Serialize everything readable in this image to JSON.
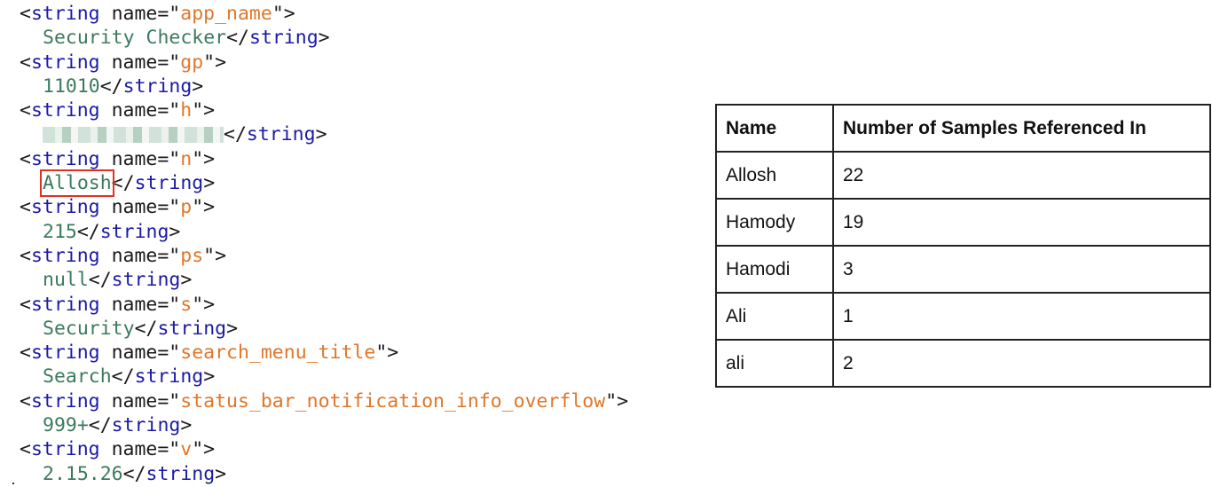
{
  "xml": {
    "entries": [
      {
        "name": "app_name",
        "value": "Security Checker"
      },
      {
        "name": "gp",
        "value": "11010"
      },
      {
        "name": "h",
        "value": ""
      },
      {
        "name": "n",
        "value": "Allosh"
      },
      {
        "name": "p",
        "value": "215"
      },
      {
        "name": "ps",
        "value": "null"
      },
      {
        "name": "s",
        "value": "Security"
      },
      {
        "name": "search_menu_title",
        "value": "Search"
      },
      {
        "name": "status_bar_notification_info_overflow",
        "value": "999+"
      },
      {
        "name": "v",
        "value": "2.15.26"
      }
    ],
    "open_tag": "<string",
    "attr": " name=",
    "quote": "\"",
    "close_bracket": ">",
    "close_tag_lt": "</",
    "close_tag_name": "string",
    "highlighted_entry": "n"
  },
  "table": {
    "headers": [
      "Name",
      "Number of Samples Referenced In"
    ],
    "rows": [
      [
        "Allosh",
        "22"
      ],
      [
        "Hamody",
        "19"
      ],
      [
        "Hamodi",
        "3"
      ],
      [
        "Ali",
        "1"
      ],
      [
        "ali",
        "2"
      ]
    ]
  },
  "colors": {
    "tag": "#1a1aa6",
    "attr_value": "#e0762a",
    "text_value": "#3b7a5e",
    "highlight_box": "#e0321e"
  }
}
